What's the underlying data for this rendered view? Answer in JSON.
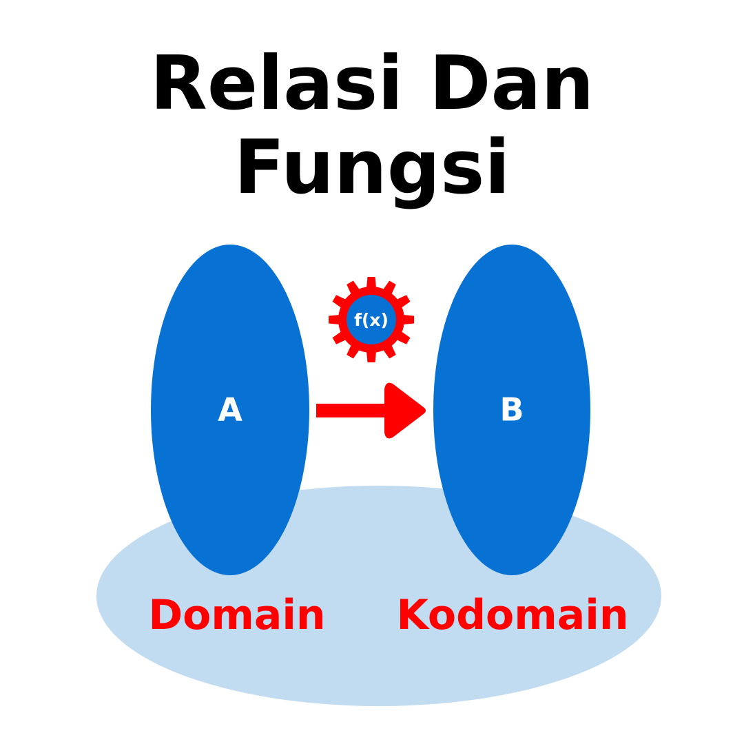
{
  "title": {
    "line1": "Relasi Dan",
    "line2": "Fungsi"
  },
  "diagram": {
    "set_a_label": "A",
    "set_b_label": "B",
    "function_label": "f(x)",
    "domain_label": "Domain",
    "codomain_label": "Kodomain"
  },
  "colors": {
    "set_fill": "#0771d4",
    "base_fill": "#c1dbf1",
    "arrow": "#ff0000",
    "gear": "#ff0000",
    "caption": "#ff0000",
    "title": "#000000",
    "label_text": "#ffffff"
  },
  "icons": {
    "arrow": "right-arrow-icon",
    "gear": "gear-icon"
  }
}
